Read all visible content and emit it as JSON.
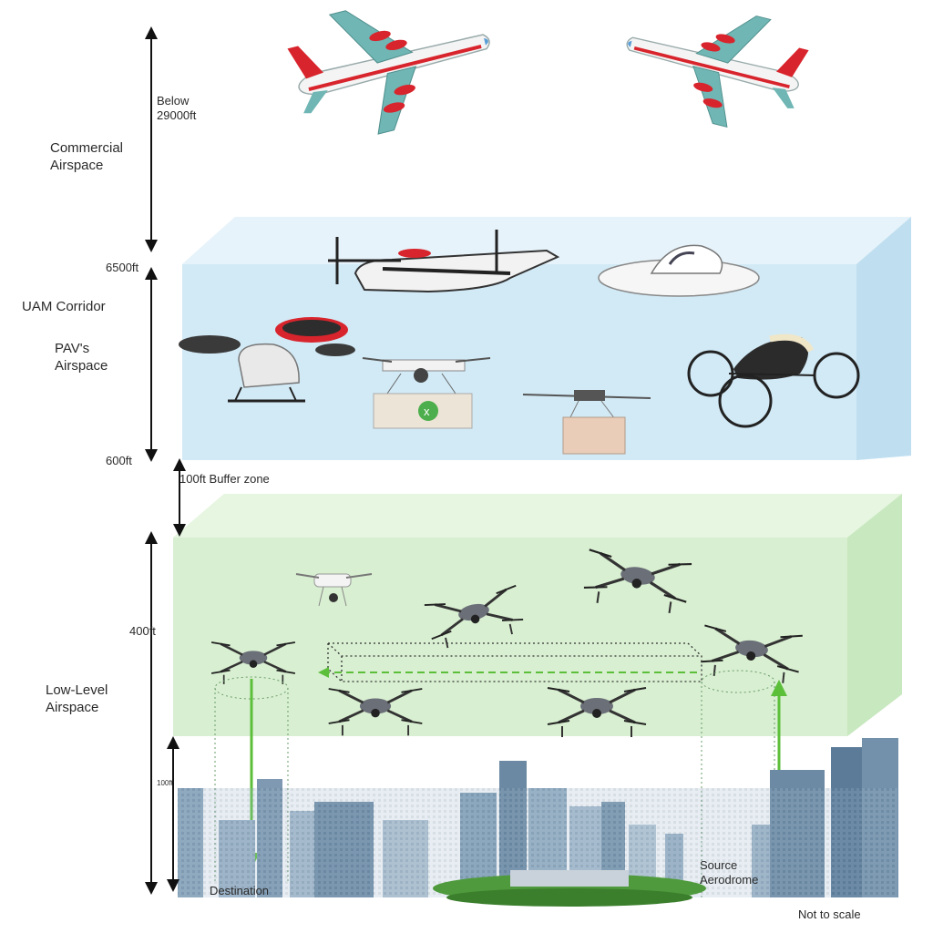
{
  "labels": {
    "below_altitude": "Below\n29000ft",
    "commercial_airspace": "Commercial\nAirspace",
    "uam_top_altitude": "6500ft",
    "uam_corridor": "UAM Corridor",
    "pav_airspace": "PAV's\nAirspace",
    "uam_bottom_altitude": "600ft",
    "buffer_zone": "100ft Buffer zone",
    "low_level_altitude": "400ft",
    "low_level_airspace": "Low-Level\nAirspace",
    "building_height": "100ft",
    "destination": "Destination",
    "source_aerodrome": "Source\nAerodrome",
    "not_to_scale": "Not to scale"
  },
  "colors": {
    "uam_zone": "#d6ecf7",
    "low_level_zone": "#d9f0d3",
    "route_arrow": "#5cbf3a",
    "airliner_livery": "#d8242c"
  }
}
